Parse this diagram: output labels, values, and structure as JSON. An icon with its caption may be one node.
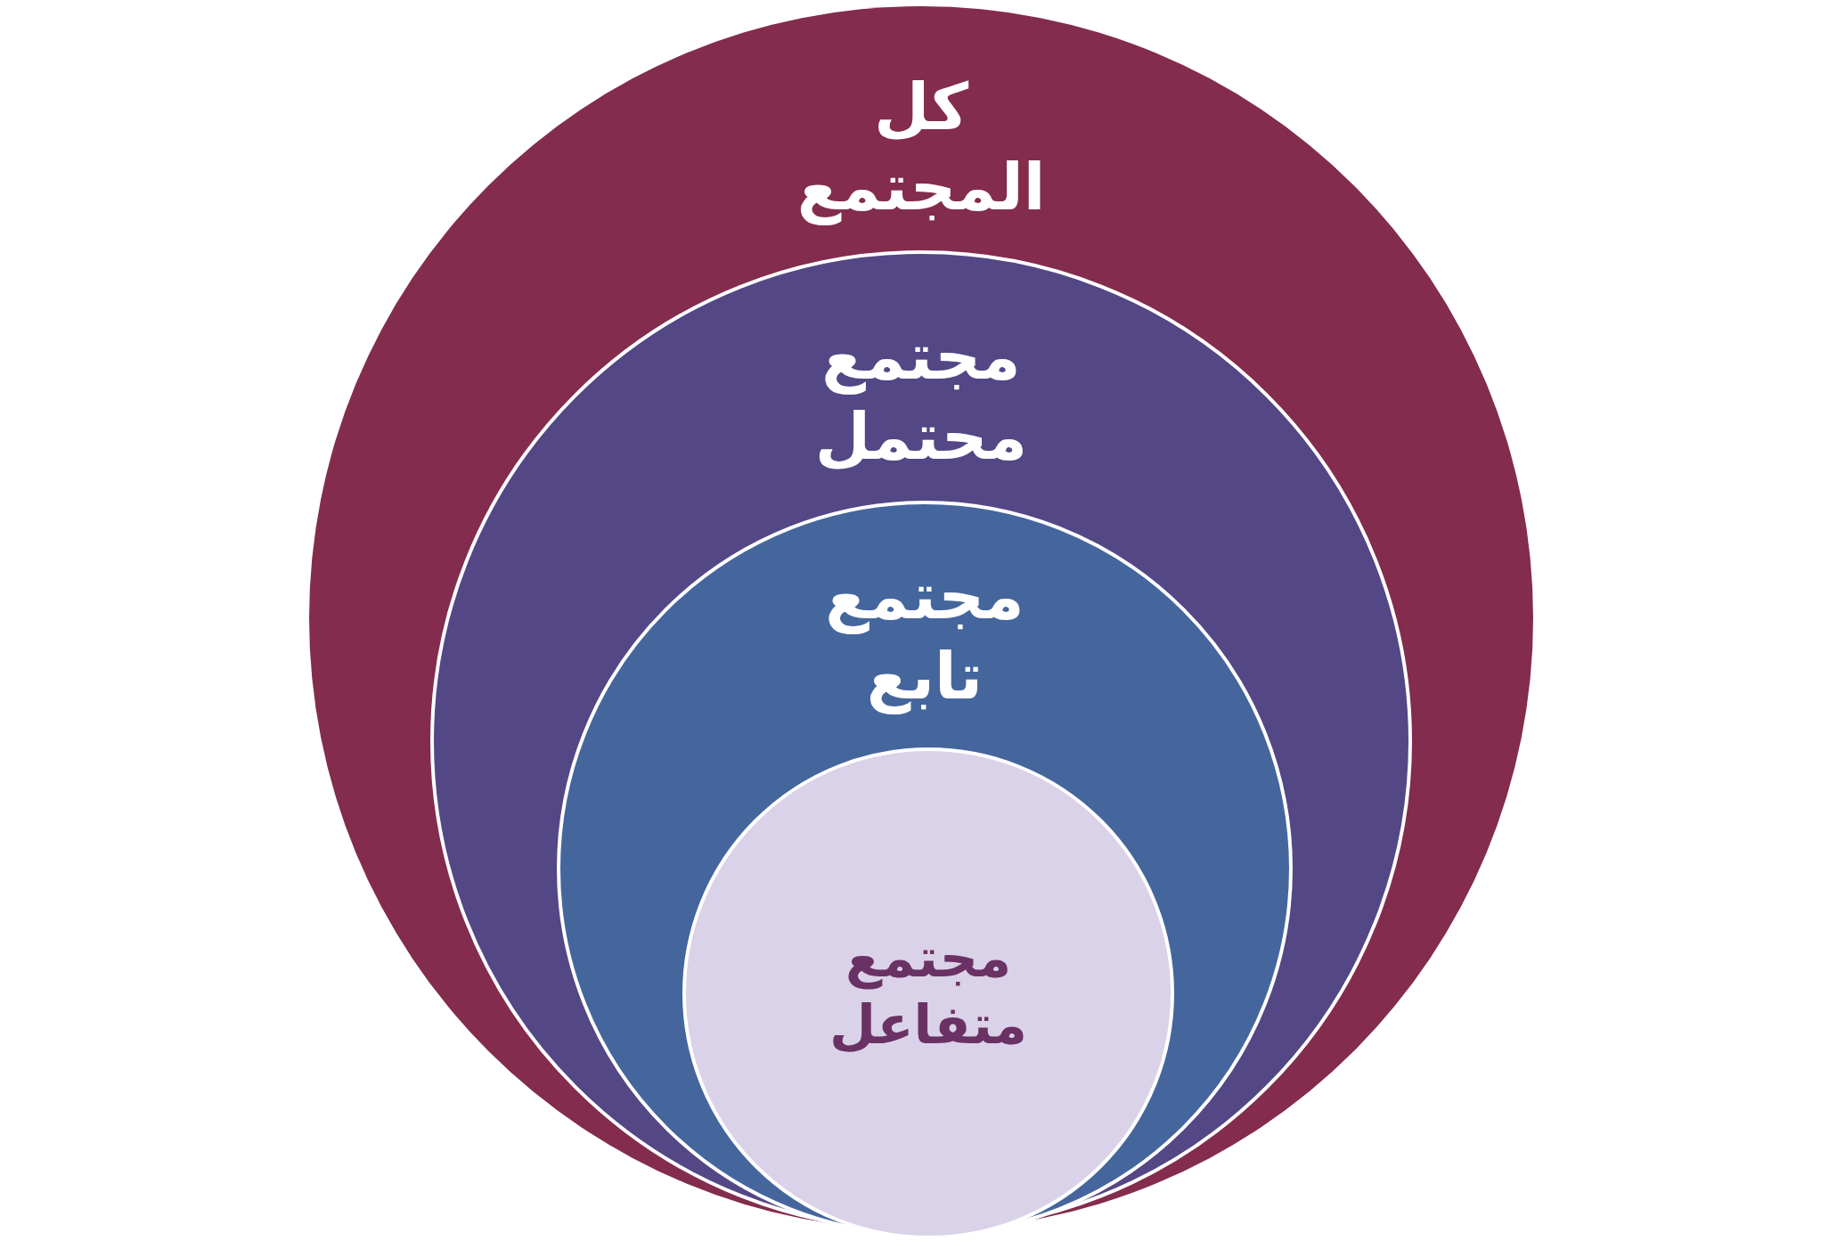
{
  "diagram": {
    "nodes": [
      {
        "text": [
          "كل المجتمع"
        ]
      },
      {
        "text": [
          "مجتمع محتمل"
        ],
        "in": 0
      },
      {
        "text": [
          "مجتمع تابع"
        ],
        "in": 1
      },
      {
        "text": [
          "مجتمع متفاعل"
        ],
        "in": 2
      }
    ]
  }
}
